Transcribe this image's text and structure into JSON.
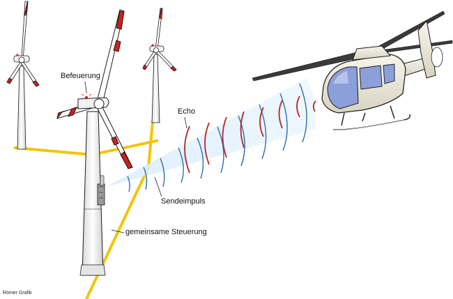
{
  "labels": {
    "lighting": "Befeuerung",
    "echo": "Echo",
    "pulse": "Sendeimpuls",
    "control": "gemeinsame Steuerung"
  },
  "credit": "Römer Grafik",
  "colors": {
    "cable": "#f2c500",
    "blade_red": "#d01f1f",
    "echo_red": "#b52626",
    "pulse_blue": "#2d6cae",
    "beam": "#bcdcf2",
    "tower": "#f2f2f2",
    "outline": "#1a1a1a",
    "heli_body": "#ece9dd",
    "heli_glass": "#8b9fd8"
  },
  "icons": [
    "wind-turbine-icon",
    "helicopter-icon",
    "radar-sensor-icon",
    "warning-light-icon"
  ]
}
